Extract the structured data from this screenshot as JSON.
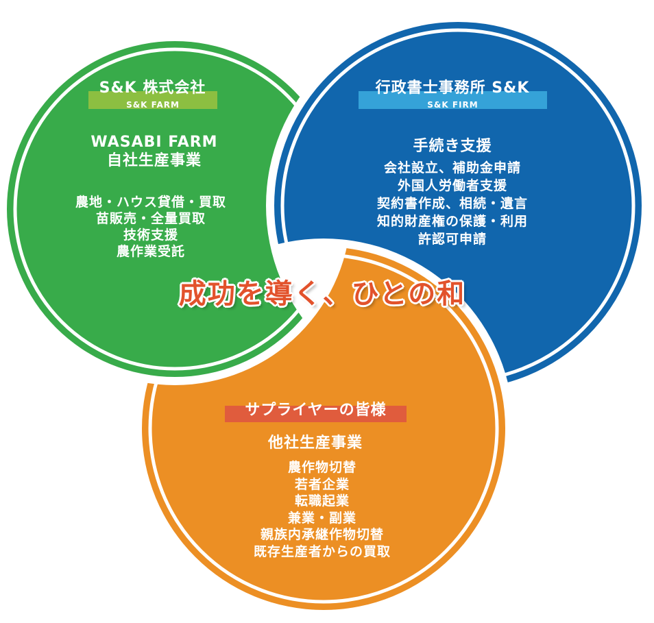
{
  "colors": {
    "green": "#38ab4a",
    "blue": "#1166ad",
    "orange": "#ec8f24",
    "green_band": "#8cbf41",
    "blue_band": "#35a2d8",
    "orange_band": "#e05c3d",
    "slogan": "#e2522c"
  },
  "green": {
    "title": "S&K 株式会社",
    "subtitle": "S&K FARM",
    "heading1": "WASABI FARM",
    "heading2": "自社生産事業",
    "items": [
      "農地・ハウス貸借・買取",
      "苗販売・全量買取",
      "技術支援",
      "農作業受託"
    ]
  },
  "blue": {
    "title": "行政書士事務所 S&K",
    "subtitle": "S&K FIRM",
    "heading": "手続き支援",
    "items": [
      "会社設立、補助金申請",
      "外国人労働者支援",
      "契約書作成、相続・遺言",
      "知的財産権の保護・利用",
      "許認可申請"
    ]
  },
  "orange": {
    "title": "サプライヤーの皆様",
    "heading": "他社生産事業",
    "items": [
      "農作物切替",
      "若者企業",
      "転職起業",
      "兼業・副業",
      "親族内承継作物切替",
      "既存生産者からの買取"
    ]
  },
  "slogan": "成功を導く、ひとの和"
}
